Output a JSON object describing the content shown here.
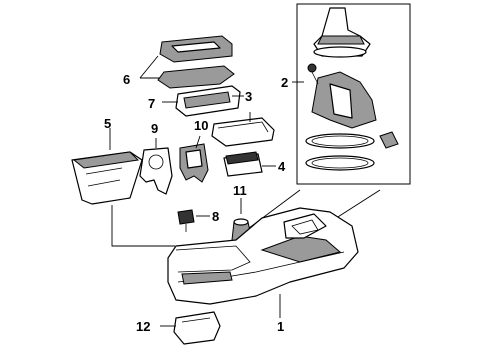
{
  "diagram": {
    "callouts": [
      {
        "id": "c1",
        "text": "1"
      },
      {
        "id": "c2",
        "text": "2"
      },
      {
        "id": "c3",
        "text": "3"
      },
      {
        "id": "c4",
        "text": "4"
      },
      {
        "id": "c5",
        "text": "5"
      },
      {
        "id": "c6",
        "text": "6"
      },
      {
        "id": "c7",
        "text": "7"
      },
      {
        "id": "c8",
        "text": "8"
      },
      {
        "id": "c9",
        "text": "9"
      },
      {
        "id": "c10",
        "text": "10"
      },
      {
        "id": "c11",
        "text": "11"
      },
      {
        "id": "c12",
        "text": "12"
      }
    ]
  },
  "colors": {
    "ink": "#000000",
    "background": "#ffffff",
    "shading": "#9a9a9a"
  }
}
